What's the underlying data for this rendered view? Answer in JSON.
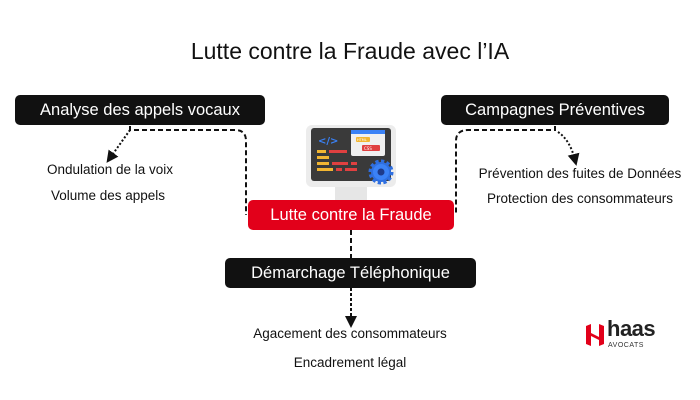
{
  "title": "Lutte contre la Fraude  avec l’IA",
  "center": {
    "label": "Lutte contre la Fraude"
  },
  "illustration": {
    "html_tag": "HTML",
    "css_tag": "CSS",
    "code_tag": "</>"
  },
  "left": {
    "label": "Analyse des appels vocaux",
    "items": [
      "Ondulation de la voix",
      "Volume des appels"
    ]
  },
  "right": {
    "label": "Campagnes Préventives",
    "items": [
      "Prévention des fuites de Données",
      "Protection des consommateurs"
    ]
  },
  "bottom": {
    "label": "Démarchage Téléphonique",
    "items": [
      "Agacement des consommateurs",
      "Encadrement légal"
    ]
  },
  "logo": {
    "name": "haas",
    "sub": "AVOCATS"
  },
  "colors": {
    "accent": "#e2001a",
    "dark": "#111111"
  }
}
